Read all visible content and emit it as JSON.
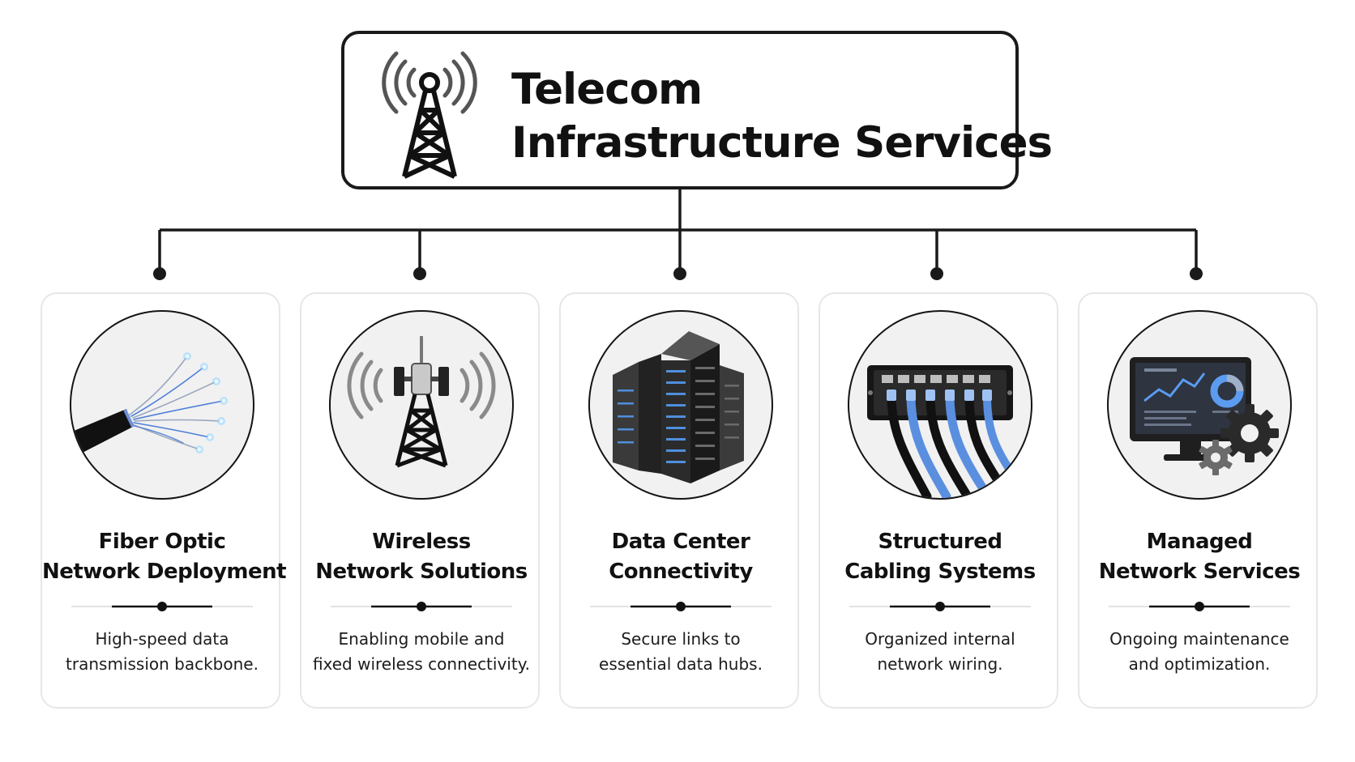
{
  "header": {
    "title_line1": "Telecom",
    "title_line2": "Infrastructure Services",
    "icon": "cell-tower-icon"
  },
  "colors": {
    "line": "#1a1a1a",
    "card_border": "#e7e7e7",
    "circle_fill": "#f1f1f1",
    "accent_blue": "#4f8fdc",
    "glow_blue": "#8fd4ff"
  },
  "services": [
    {
      "id": "fiber-optic",
      "icon": "fiber-optic-cable-icon",
      "title_line1": "Fiber Optic",
      "title_line2": "Network Deployment",
      "desc_line1": "High-speed data",
      "desc_line2": "transmission backbone."
    },
    {
      "id": "wireless",
      "icon": "antenna-tower-icon",
      "title_line1": "Wireless",
      "title_line2": "Network Solutions",
      "desc_line1": "Enabling mobile and",
      "desc_line2": "fixed wireless connectivity."
    },
    {
      "id": "data-center",
      "icon": "server-rack-icon",
      "title_line1": "Data Center",
      "title_line2": "Connectivity",
      "desc_line1": "Secure links to",
      "desc_line2": "essential data hubs."
    },
    {
      "id": "structured-cabling",
      "icon": "patch-panel-icon",
      "title_line1": "Structured",
      "title_line2": "Cabling Systems",
      "desc_line1": "Organized internal",
      "desc_line2": "network wiring."
    },
    {
      "id": "managed-network",
      "icon": "monitor-gears-icon",
      "title_line1": "Managed",
      "title_line2": "Network Services",
      "desc_line1": "Ongoing maintenance",
      "desc_line2": "and optimization."
    }
  ]
}
